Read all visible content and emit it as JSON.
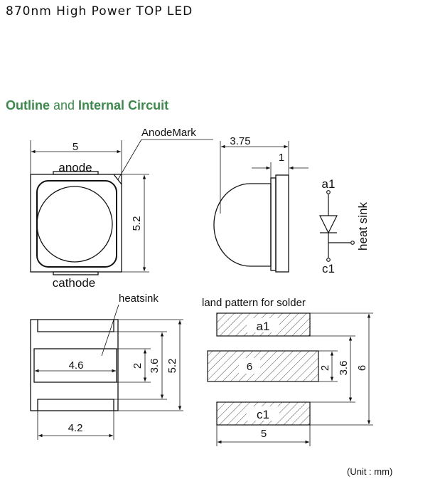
{
  "header": {
    "title": "870nm High Power TOP LED"
  },
  "section": {
    "part1": "Outline",
    "part2": " and ",
    "part3": "Internal Circuit"
  },
  "labels": {
    "anodemark": "AnodeMark",
    "anode": "anode",
    "cathode": "cathode",
    "heatsink": "heatsink",
    "land_pattern": "land pattern for solder",
    "heat_sink_vertical": "heat sink",
    "a1": "a1",
    "c1": "c1",
    "pad_a1": "a1",
    "pad_c1": "c1",
    "unit": "(Unit : mm)"
  },
  "dims": {
    "top_width": "5",
    "top_height": "5.2",
    "side_width": "3.75",
    "side_small": "1",
    "bottom_inner": "4.6",
    "bottom_width": "4.2",
    "bottom_h1": "2",
    "bottom_h2": "3.6",
    "bottom_h3": "5.2",
    "pad_center": "6",
    "pad_h1": "2",
    "pad_h2": "3.6",
    "pad_h3": "6",
    "pad_width": "5"
  },
  "colors": {
    "accent": "#3a8a4a"
  }
}
